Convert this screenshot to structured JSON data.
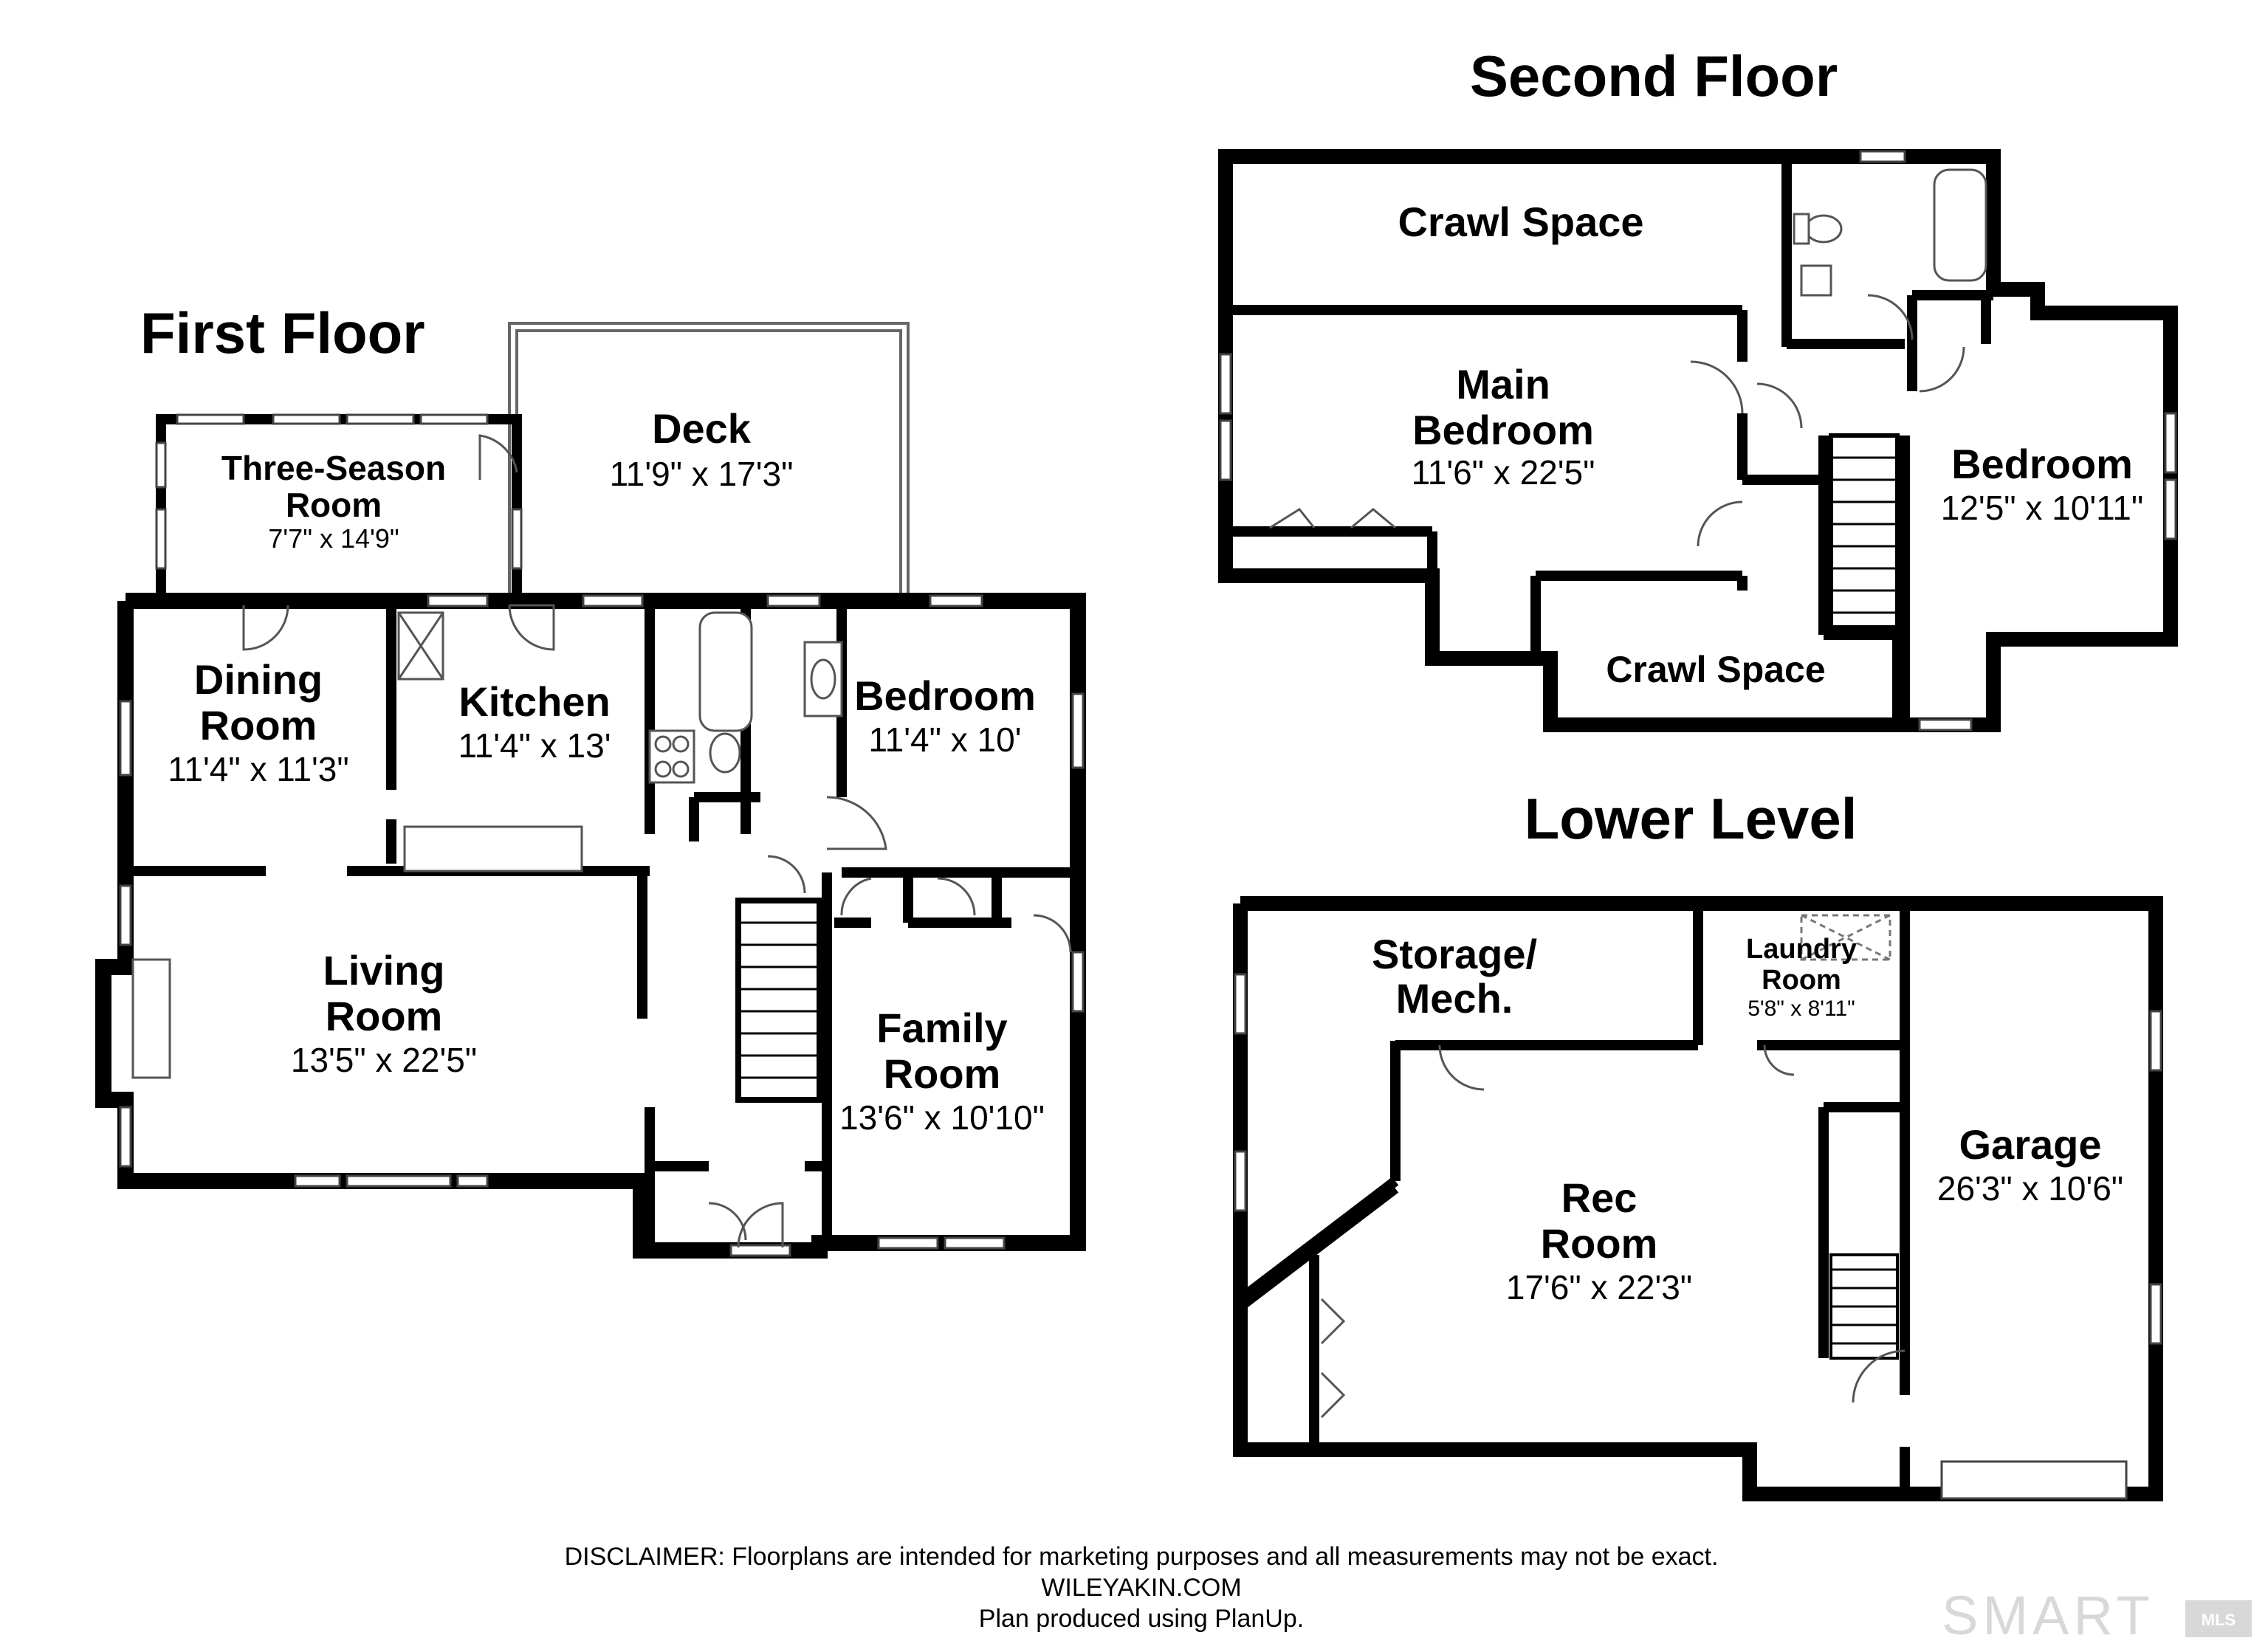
{
  "floors": {
    "first": {
      "title": "First Floor",
      "rooms": {
        "deck": {
          "name": "Deck",
          "dims": "11'9\" x 17'3\""
        },
        "three_season": {
          "name1": "Three-Season",
          "name2": "Room",
          "dims": "7'7\" x 14'9\""
        },
        "dining": {
          "name1": "Dining",
          "name2": "Room",
          "dims": "11'4\" x 11'3\""
        },
        "kitchen": {
          "name": "Kitchen",
          "dims": "11'4\" x 13'"
        },
        "bedroom": {
          "name": "Bedroom",
          "dims": "11'4\" x 10'"
        },
        "living": {
          "name1": "Living",
          "name2": "Room",
          "dims": "13'5\" x 22'5\""
        },
        "family": {
          "name1": "Family",
          "name2": "Room",
          "dims": "13'6\" x 10'10\""
        }
      }
    },
    "second": {
      "title": "Second Floor",
      "rooms": {
        "crawl_top": {
          "name": "Crawl Space"
        },
        "main_bedroom": {
          "name1": "Main",
          "name2": "Bedroom",
          "dims": "11'6\" x 22'5\""
        },
        "bedroom": {
          "name": "Bedroom",
          "dims": "12'5\" x 10'11\""
        },
        "crawl_bottom": {
          "name": "Crawl Space"
        }
      }
    },
    "lower": {
      "title": "Lower Level",
      "rooms": {
        "storage": {
          "name1": "Storage/",
          "name2": "Mech."
        },
        "laundry": {
          "name1": "Laundry",
          "name2": "Room",
          "dims": "5'8\" x 8'11\""
        },
        "rec": {
          "name1": "Rec",
          "name2": "Room",
          "dims": "17'6\" x 22'3\""
        },
        "garage": {
          "name": "Garage",
          "dims": "26'3\" x 10'6\""
        }
      }
    }
  },
  "footer": {
    "disclaimer": "DISCLAIMER: Floorplans are intended for marketing purposes and all measurements may not be exact.",
    "website": "WILEYAKIN.COM",
    "credit": "Plan produced using PlanUp."
  },
  "watermark": {
    "text": "SMART",
    "sub": "MLS"
  },
  "colors": {
    "wall": "#000000",
    "background": "#ffffff",
    "thin_line": "#555555",
    "watermark": "#d8d8d8"
  }
}
